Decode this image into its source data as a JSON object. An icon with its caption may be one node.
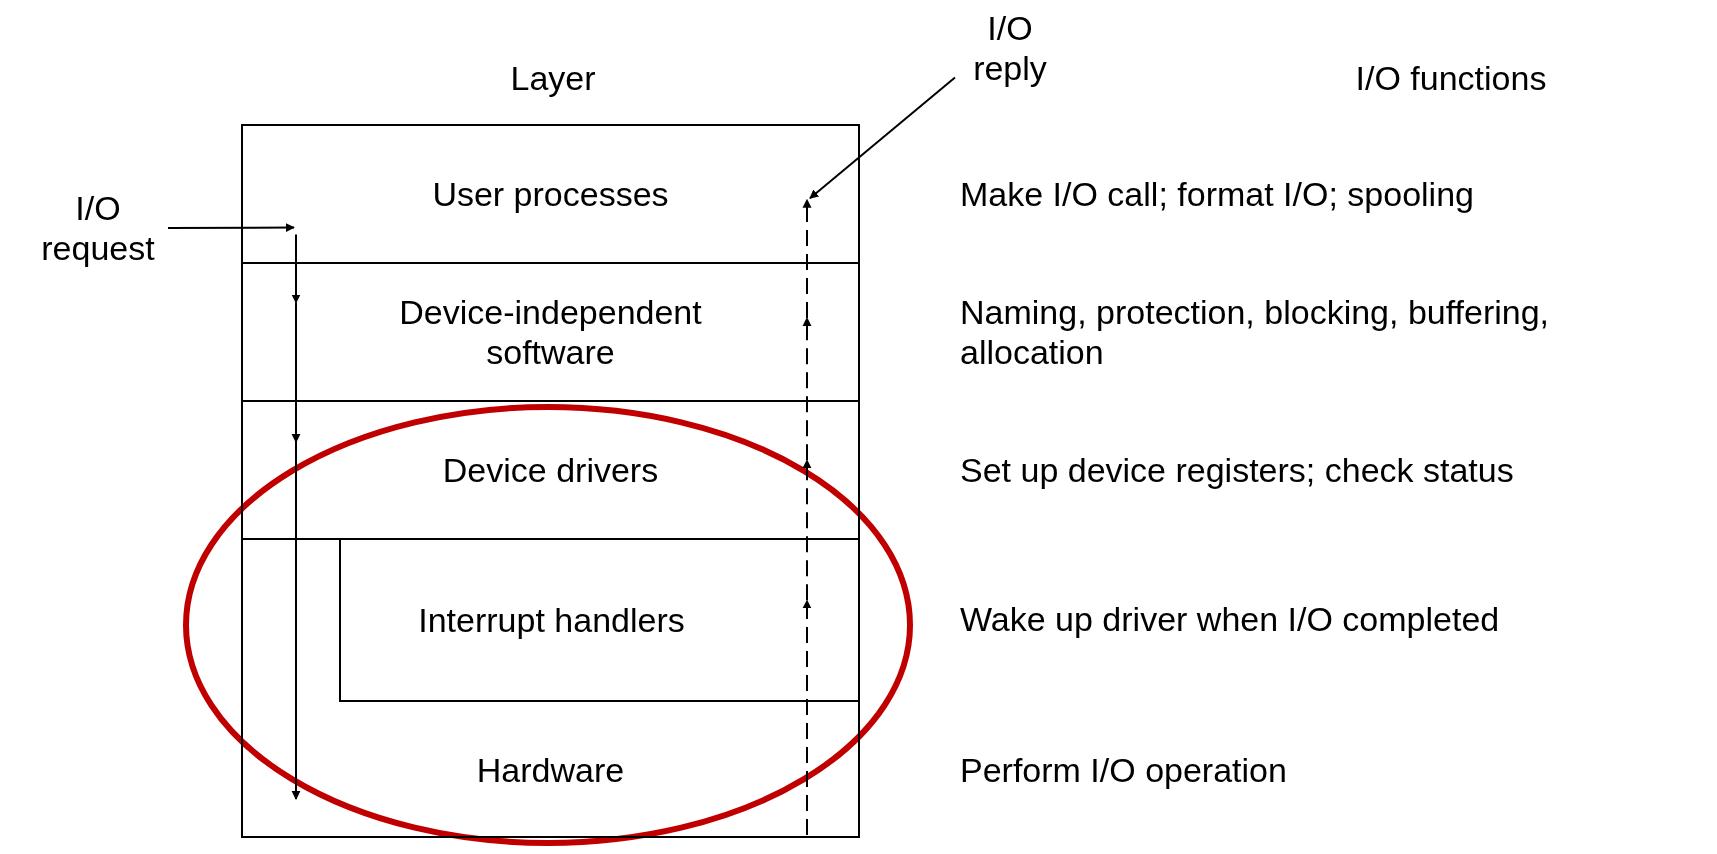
{
  "diagram": {
    "nodes": [
      {
        "text": [
          "I/O request"
        ]
      },
      {
        "text": [
          "I/O reply"
        ]
      },
      {
        "text": [
          "User processes"
        ],
        "beside": [
          "Make I/O call; format I/O; spooling"
        ]
      },
      {
        "text": [
          "Device-independent software"
        ],
        "beside": [
          "Naming, protection, blocking, buffering, allocation"
        ]
      },
      {
        "text": [
          "Device drivers"
        ],
        "beside": [
          "Set up device registers; check status"
        ]
      },
      {
        "text": [
          "Hardware"
        ],
        "beside": [
          "Perform I/O operation"
        ]
      },
      {
        "text": [
          "Interrupt handlers"
        ],
        "in": 5,
        "beside": [
          "Wake up driver when I/O completed"
        ]
      }
    ],
    "edges": [
      {
        "from": 0,
        "to": 2,
        "arrow": "to"
      },
      {
        "from": 2,
        "to": 3,
        "arrow": "to"
      },
      {
        "from": 3,
        "to": 4,
        "arrow": "to"
      },
      {
        "from": 4,
        "to": 5,
        "arrow": "to"
      },
      {
        "from": 5,
        "to": 6,
        "arrow": "to",
        "style": "dashed"
      },
      {
        "from": 6,
        "to": 4,
        "arrow": "to",
        "style": "dashed"
      },
      {
        "from": 4,
        "to": 3,
        "arrow": "to",
        "style": "dashed"
      },
      {
        "from": 3,
        "to": 2,
        "arrow": "to",
        "style": "dashed"
      },
      {
        "from": 1,
        "to": 2,
        "arrow": "to"
      }
    ],
    "labels": [
      "Layer",
      "I/O functions"
    ]
  }
}
